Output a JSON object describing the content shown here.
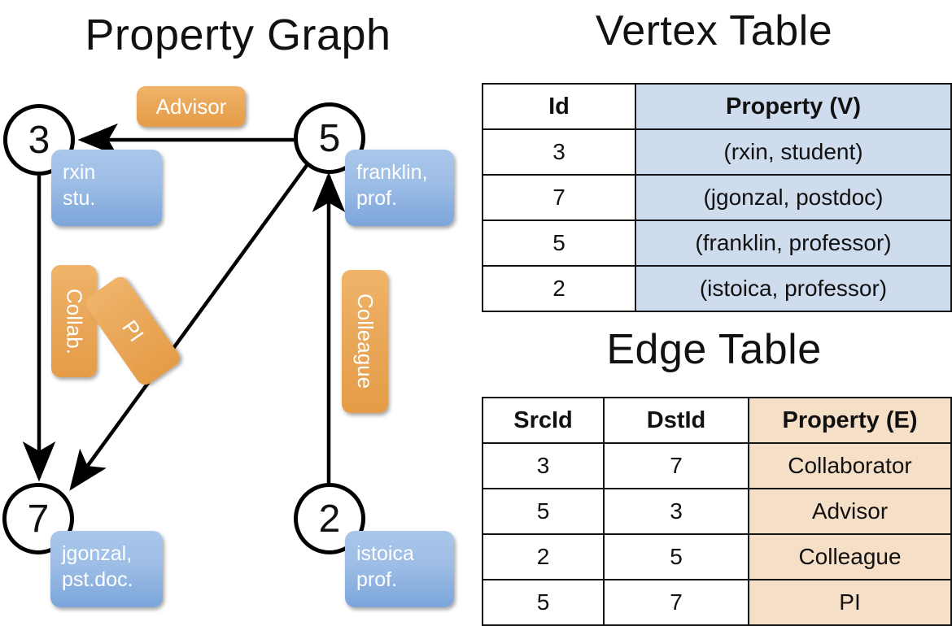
{
  "graph_panel": {
    "title": "Property Graph",
    "nodes": [
      {
        "id": "3",
        "property": "rxin\nstu."
      },
      {
        "id": "5",
        "property": "franklin,\nprof."
      },
      {
        "id": "7",
        "property": "jgonzal,\npst.doc."
      },
      {
        "id": "2",
        "property": "istoica\nprof."
      }
    ],
    "node_labels": {
      "n3": "3",
      "n5": "5",
      "n7": "7",
      "n2": "2"
    },
    "node_properties": {
      "rxin_line1": "rxin",
      "rxin_line2": "stu.",
      "franklin_line1": "franklin,",
      "franklin_line2": "prof.",
      "jgonzal_line1": "jgonzal,",
      "jgonzal_line2": "pst.doc.",
      "istoica_line1": "istoica",
      "istoica_line2": "prof."
    },
    "edge_labels": {
      "advisor": "Advisor",
      "collab": "Collab.",
      "pi": "PI",
      "colleague": "Colleague"
    },
    "edges": [
      {
        "src": "5",
        "dst": "3",
        "label": "Advisor"
      },
      {
        "src": "3",
        "dst": "7",
        "label": "Collab."
      },
      {
        "src": "5",
        "dst": "7",
        "label": "PI"
      },
      {
        "src": "2",
        "dst": "5",
        "label": "Colleague"
      }
    ]
  },
  "vertex_table": {
    "title": "Vertex Table",
    "columns": [
      "Id",
      "Property (V)"
    ],
    "rows": [
      {
        "id": "3",
        "property": "(rxin, student)"
      },
      {
        "id": "7",
        "property": "(jgonzal, postdoc)"
      },
      {
        "id": "5",
        "property": "(franklin, professor)"
      },
      {
        "id": "2",
        "property": "(istoica, professor)"
      }
    ]
  },
  "edge_table": {
    "title": "Edge Table",
    "columns": [
      "SrcId",
      "DstId",
      "Property (E)"
    ],
    "rows": [
      {
        "src": "3",
        "dst": "7",
        "property": "Collaborator"
      },
      {
        "src": "5",
        "dst": "3",
        "property": "Advisor"
      },
      {
        "src": "2",
        "dst": "5",
        "property": "Colleague"
      },
      {
        "src": "5",
        "dst": "7",
        "property": "PI"
      }
    ]
  },
  "colors": {
    "vertex_header_fill": "#cfdcee",
    "edge_header_fill": "#f6dfc7",
    "node_box_blue": "#7ba5da",
    "edge_label_orange": "#e8a css",
    "stroke": "#141414"
  }
}
